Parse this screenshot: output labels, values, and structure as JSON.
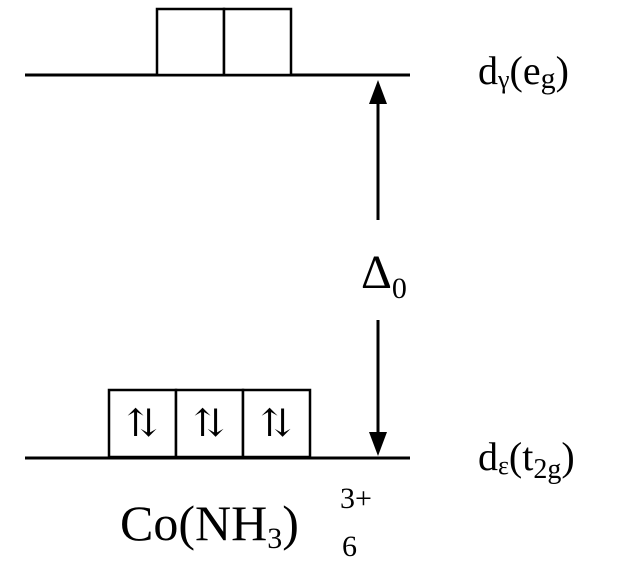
{
  "levels": {
    "upper": {
      "symbol": "d",
      "symbol_sub": "γ",
      "paren_main": "e",
      "paren_sub": "g",
      "orbitals": [
        "",
        ""
      ]
    },
    "lower": {
      "symbol": "d",
      "symbol_sub": "ε",
      "paren_main": "t",
      "paren_sub": "2g",
      "orbitals": [
        "⇅",
        "⇅",
        "⇅"
      ]
    }
  },
  "gap": {
    "symbol": "Δ",
    "subscript": "0"
  },
  "complex": {
    "metal": "Co",
    "ligand": "NH",
    "ligand_sub": "3",
    "count": "6",
    "charge": "3+"
  }
}
